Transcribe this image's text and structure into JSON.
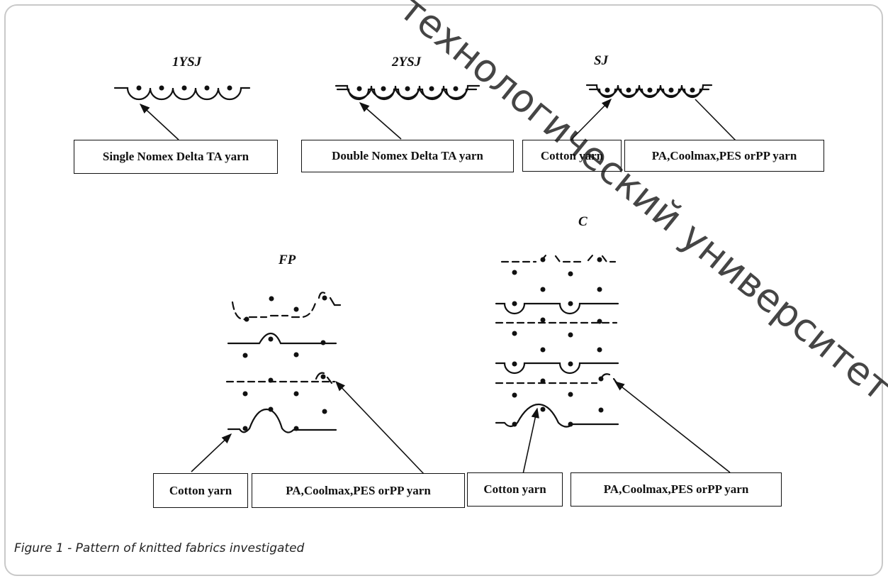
{
  "titles": {
    "one_ysj": "1YSJ",
    "two_ysj": "2YSJ",
    "sj": "SJ",
    "fp": "FP",
    "c": "C"
  },
  "labels": {
    "single_nomex": "Single Nomex Delta TA yarn",
    "double_nomex": "Double Nomex Delta TA yarn",
    "sj_cotton": "Cotton yarn",
    "sj_synthetic": "PA,Coolmax,PES orPP yarn",
    "fp_cotton": "Cotton yarn",
    "fp_synthetic": "PA,Coolmax,PES orPP yarn",
    "c_cotton": "Cotton yarn",
    "c_synthetic": "PA,Coolmax,PES orPP yarn"
  },
  "caption": "Figure 1 - Pattern of knitted fabrics investigated",
  "watermark": "технологический университет"
}
